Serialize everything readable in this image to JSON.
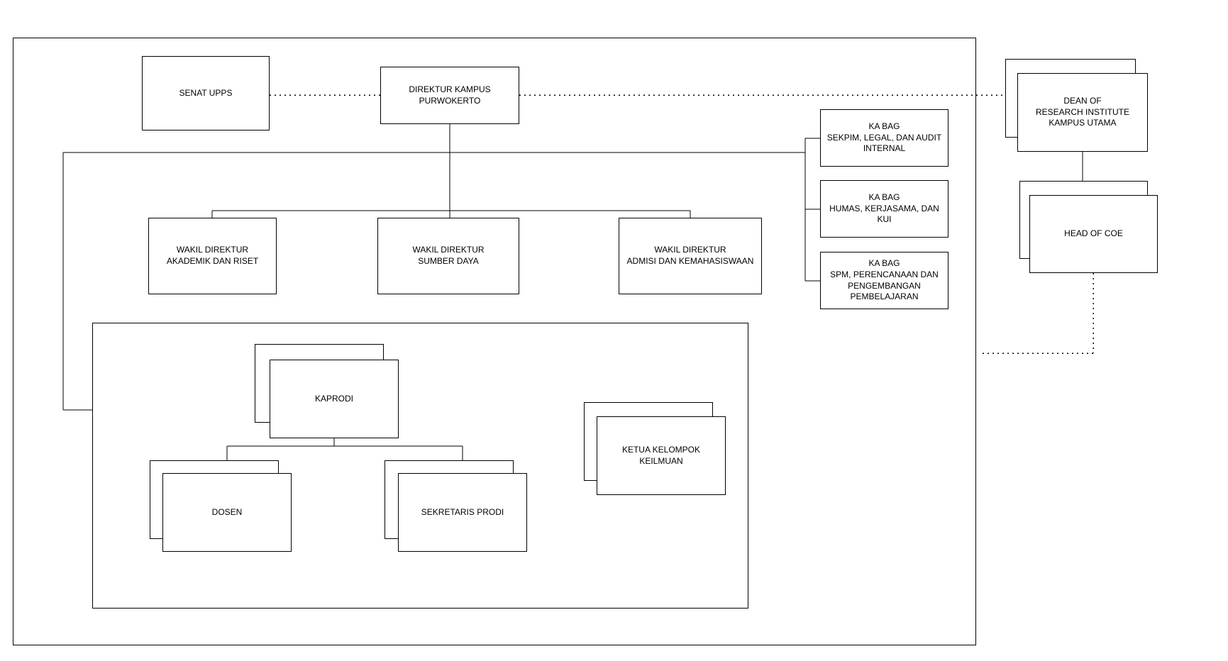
{
  "diagram": {
    "type": "organization-chart",
    "colors": {
      "border": "#000000",
      "fill": "#ffffff",
      "background": "#ffffff"
    },
    "nodes": {
      "senat_upps": {
        "label": "SENAT UPPS"
      },
      "direktur_kampus": {
        "label": "DIREKTUR KAMPUS\nPURWOKERTO"
      },
      "wakil_akademik": {
        "label": "WAKIL DIREKTUR\nAKADEMIK DAN RISET"
      },
      "wakil_sumber_daya": {
        "label": "WAKIL DIREKTUR\nSUMBER DAYA"
      },
      "wakil_admisi": {
        "label": "WAKIL DIREKTUR\nADMISI DAN KEMAHASISWAAN"
      },
      "kabag_sekpim": {
        "label": "KA BAG\nSEKPIM, LEGAL, DAN AUDIT\nINTERNAL"
      },
      "kabag_humas": {
        "label": "KA BAG\nHUMAS, KERJASAMA, DAN\nKUI"
      },
      "kabag_spm": {
        "label": "KA BAG\nSPM, PERENCANAAN DAN\nPENGEMBANGAN\nPEMBELAJARAN"
      },
      "kaprodi": {
        "label": "KAPRODI"
      },
      "dosen": {
        "label": "DOSEN"
      },
      "sekretaris_prodi": {
        "label": "SEKRETARIS PRODI"
      },
      "ketua_kelompok": {
        "label": "KETUA KELOMPOK\nKEILMUAN"
      },
      "dean_research": {
        "label": "DEAN OF\nRESEARCH INSTITUTE\nKAMPUS UTAMA"
      },
      "head_of_coe": {
        "label": "HEAD OF COE"
      }
    }
  }
}
